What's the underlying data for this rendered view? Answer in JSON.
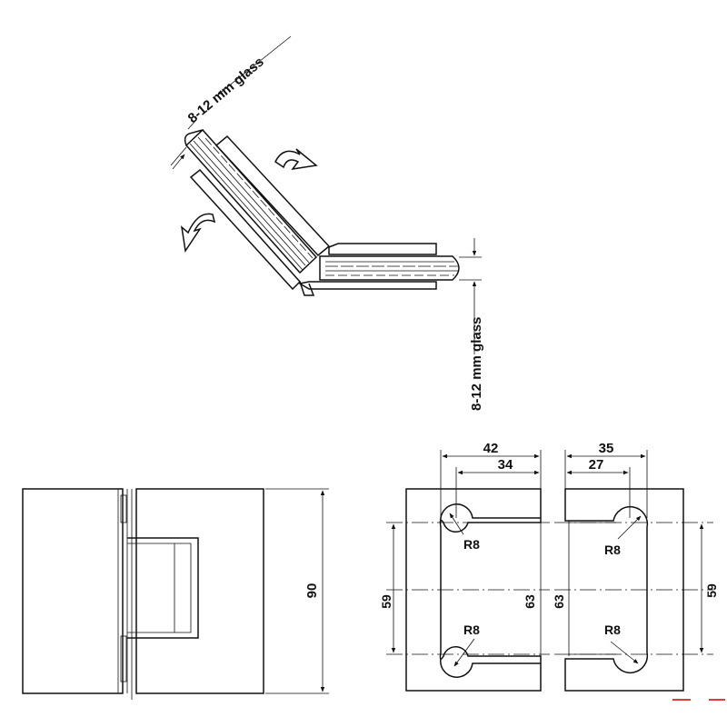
{
  "top_view": {
    "glass_label_1": "8-12 mm glass",
    "glass_label_2": "8-12 mm glass"
  },
  "front_view": {
    "height": "90"
  },
  "cutout_left": {
    "width_outer": "42",
    "width_inner": "34",
    "radius_top": "R8",
    "radius_bottom": "R8",
    "span_inner": "59",
    "span_outer": "63"
  },
  "cutout_right": {
    "width_outer": "35",
    "width_inner": "27",
    "radius_top": "R8",
    "radius_bottom": "R8",
    "span_inner": "59",
    "span_outer": "63"
  },
  "colors": {
    "line": "#111111",
    "accent_marks": "#e03a3a"
  }
}
